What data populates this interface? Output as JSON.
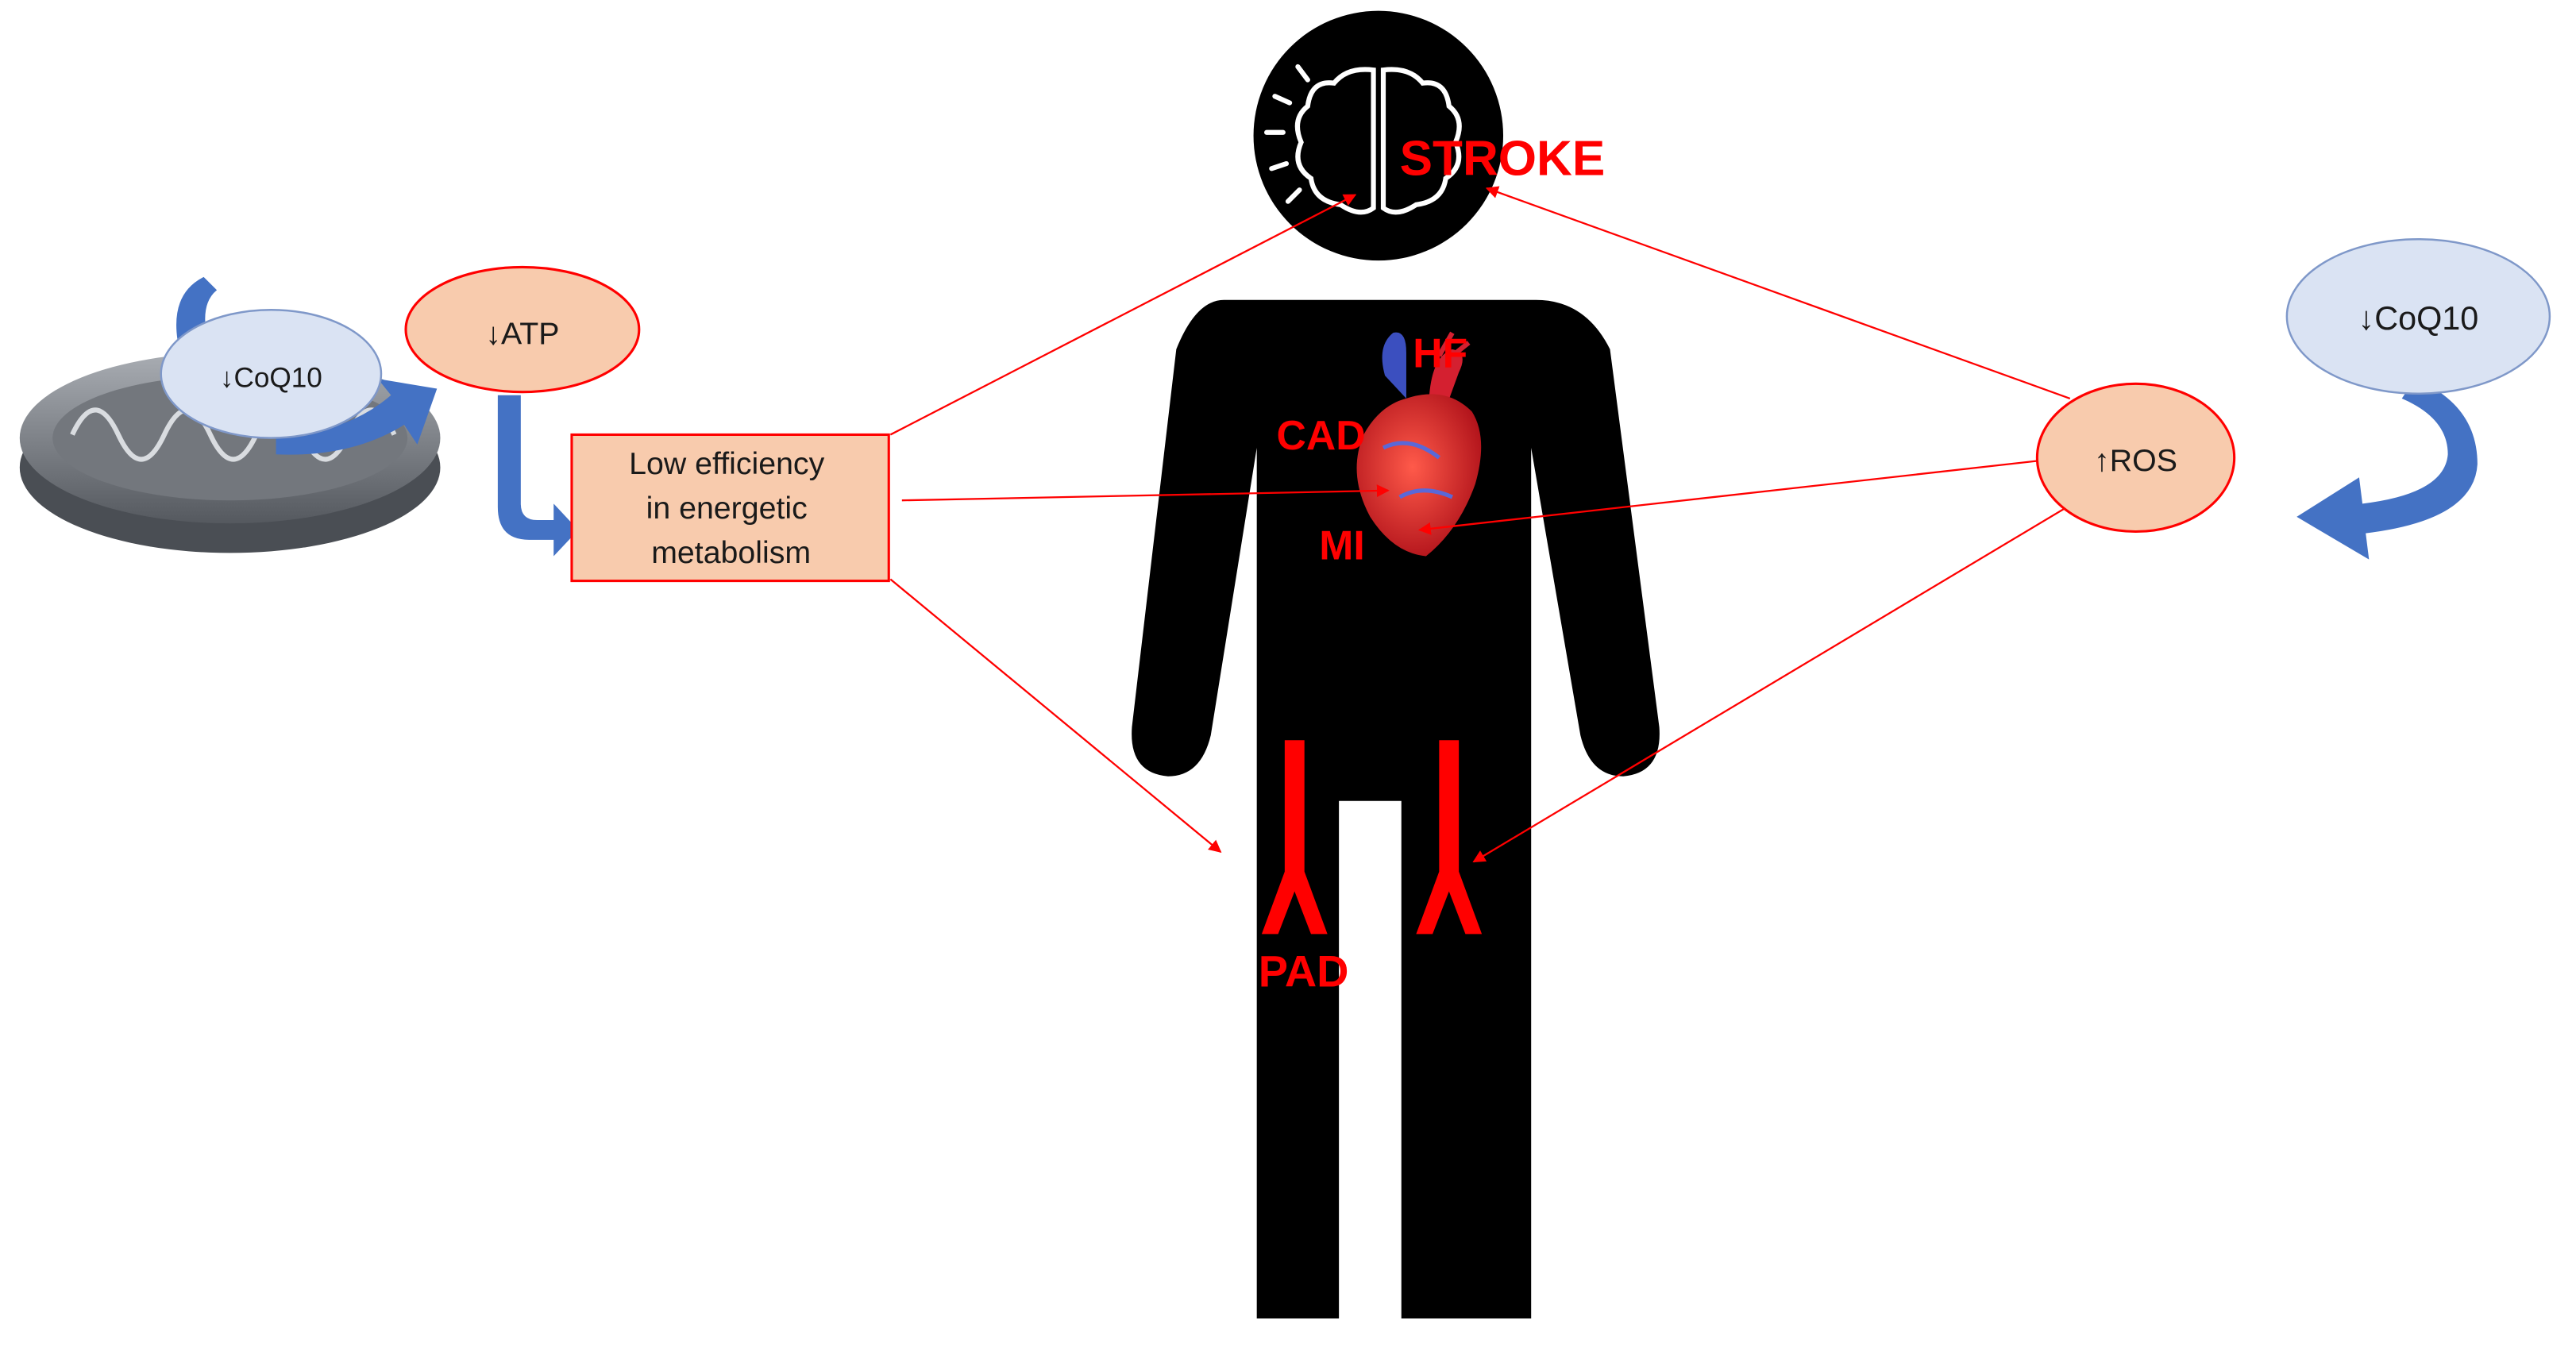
{
  "nodes": {
    "coq10_left": "↓CoQ10",
    "atp": "↓ATP",
    "low_efficiency": [
      "Low efficiency",
      "in energetic",
      "metabolism"
    ],
    "ros": "↑ROS",
    "coq10_right": "↓CoQ10"
  },
  "conditions": {
    "stroke": "STROKE",
    "hf": "HF",
    "cad": "CAD",
    "mi": "MI",
    "pad": "PAD"
  },
  "colors": {
    "condition_red": "#ff0000",
    "peach_fill": "#f8cbad",
    "blue_ellipse_fill": "#dae3f3",
    "blue_arrow": "#4472c4",
    "silhouette": "#000000"
  },
  "icons": [
    "mitochondrion-icon",
    "brain-icon",
    "heart-icon",
    "artery-icon"
  ]
}
